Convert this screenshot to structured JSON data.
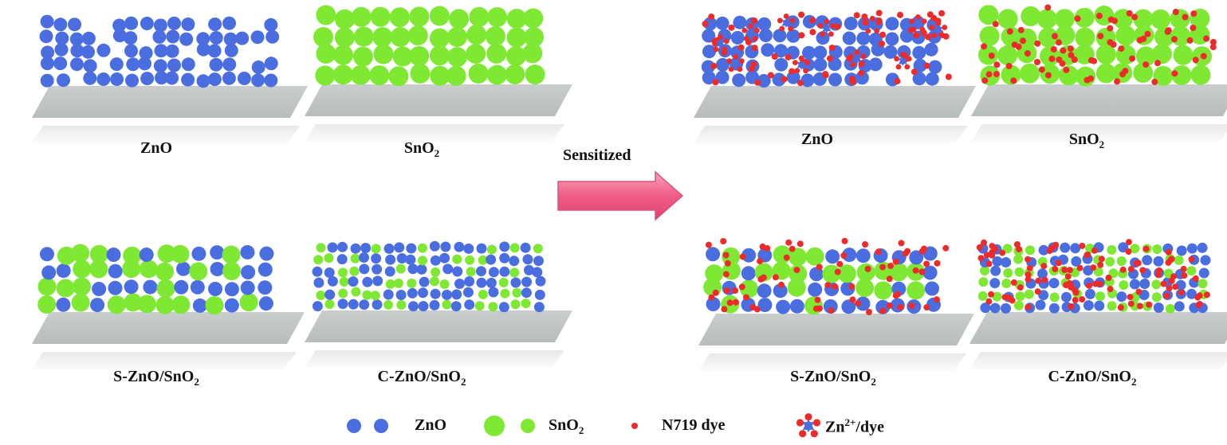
{
  "center": {
    "arrow_label": "Sensitized"
  },
  "panels": [
    {
      "id": "zno-bare",
      "label": "ZnO",
      "sub": "",
      "mix": "zno",
      "sensitized": false
    },
    {
      "id": "sno2-bare",
      "label": "SnO",
      "sub": "2",
      "mix": "sno2",
      "sensitized": false
    },
    {
      "id": "zno-sens",
      "label": "ZnO",
      "sub": "",
      "mix": "zno",
      "sensitized": true
    },
    {
      "id": "sno2-sens",
      "label": "SnO",
      "sub": "2",
      "mix": "sno2",
      "sensitized": true
    },
    {
      "id": "s-zno-sno2-bare",
      "label": "S-ZnO/SnO",
      "sub": "2",
      "mix": "s-mix",
      "sensitized": false
    },
    {
      "id": "c-zno-sno2-bare",
      "label": "C-ZnO/SnO",
      "sub": "2",
      "mix": "c-mix",
      "sensitized": false
    },
    {
      "id": "s-zno-sno2-sens",
      "label": "S-ZnO/SnO",
      "sub": "2",
      "mix": "s-mix",
      "sensitized": true
    },
    {
      "id": "c-zno-sno2-sens",
      "label": "C-ZnO/SnO",
      "sub": "2",
      "mix": "c-mix",
      "sensitized": true
    }
  ],
  "legend": {
    "zno": "ZnO",
    "sno2_main": "SnO",
    "sno2_sub": "2",
    "dye": "N719 dye",
    "complex_main": "Zn",
    "complex_sup": "2+",
    "complex_tail": "/dye"
  },
  "colors": {
    "zno": "#4a6ee0",
    "sno2": "#7ee832",
    "dye": "#ee2a2a",
    "arrow": "#f26a8d",
    "substrate": "#c4c8c8"
  }
}
